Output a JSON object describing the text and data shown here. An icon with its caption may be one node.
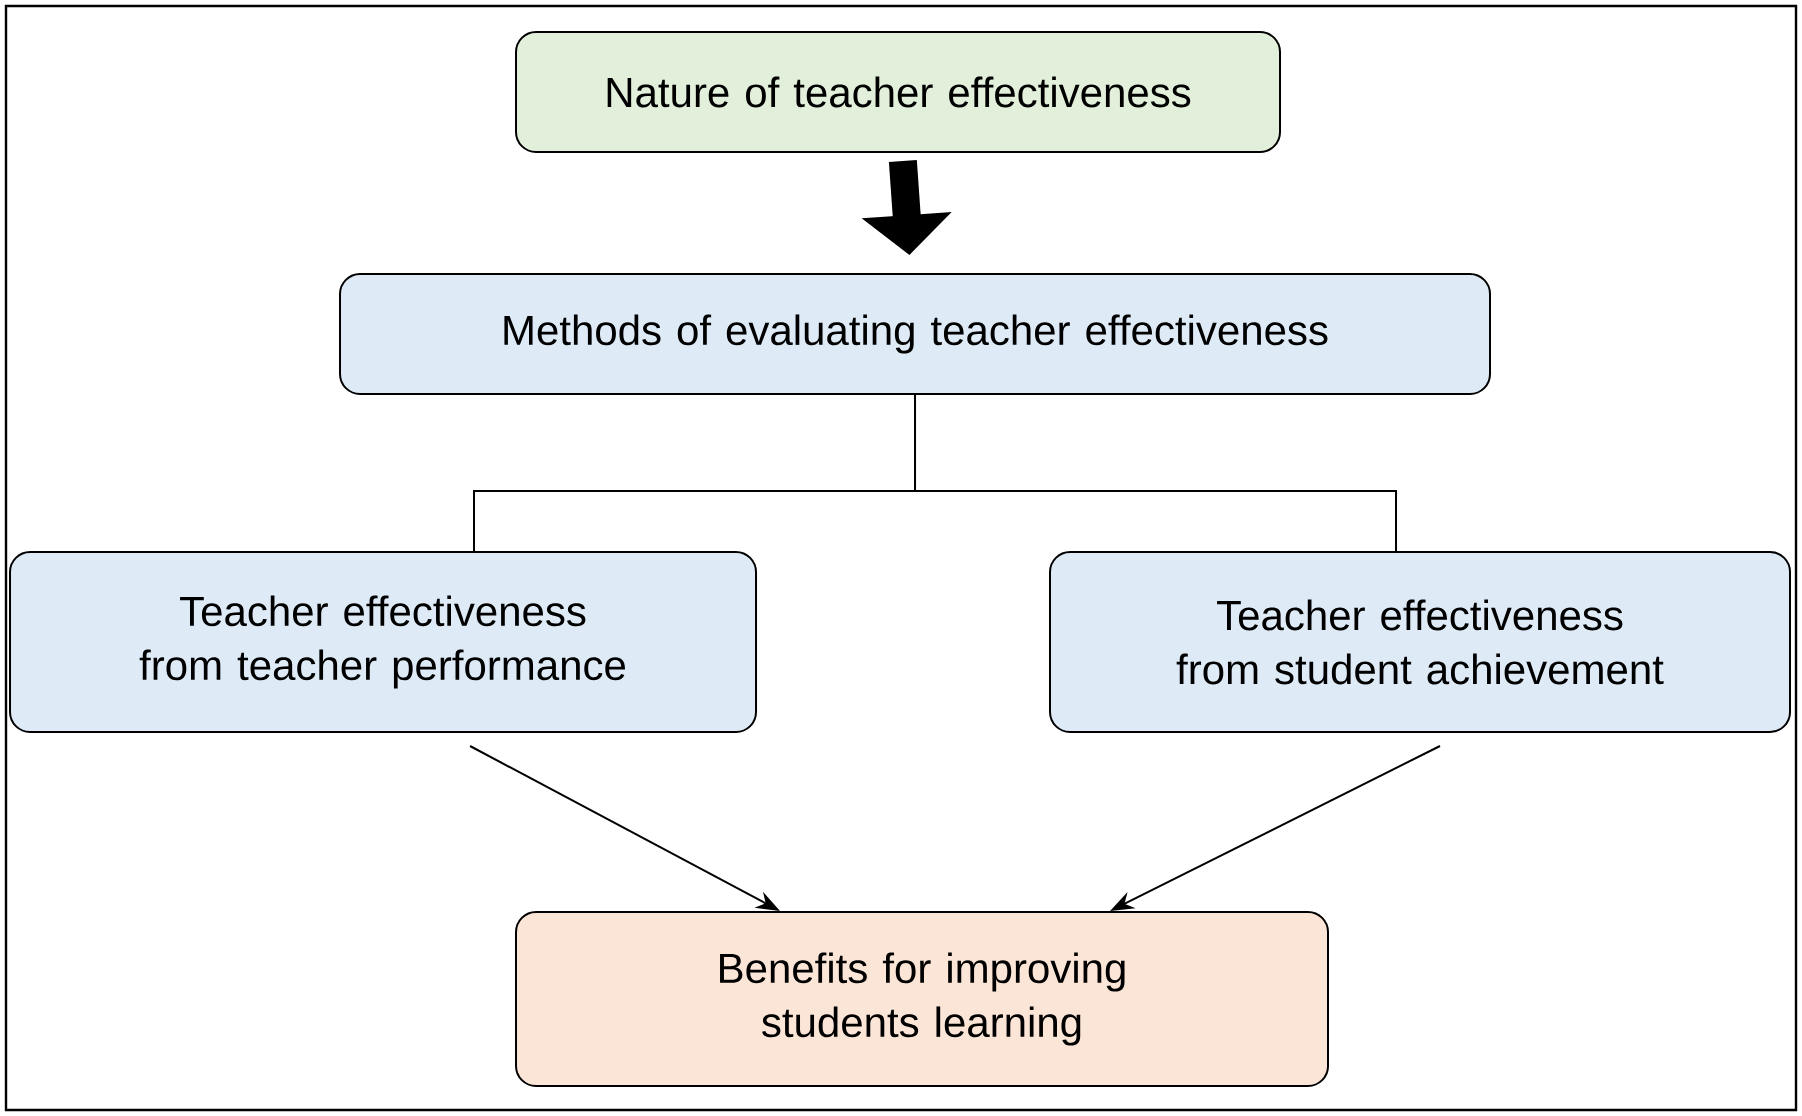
{
  "diagram": {
    "nodes": [
      {
        "text": [
          "Nature of teacher effectiveness"
        ]
      },
      {
        "text": [
          "Methods of evaluating teacher effectiveness"
        ]
      },
      {
        "text": [
          "Teacher effectiveness from teacher performance"
        ]
      },
      {
        "text": [
          "Teacher effectiveness from student achievement"
        ]
      },
      {
        "text": [
          "Benefits for improving students learning"
        ]
      }
    ],
    "edges": [
      {
        "from": 0,
        "to": 1,
        "arrow": "to",
        "style": "thick"
      },
      {
        "from": 1,
        "to": 2,
        "arrow": "none"
      },
      {
        "from": 1,
        "to": 3,
        "arrow": "none"
      },
      {
        "from": 2,
        "to": 4,
        "arrow": "to"
      },
      {
        "from": 3,
        "to": 4,
        "arrow": "to"
      }
    ]
  }
}
